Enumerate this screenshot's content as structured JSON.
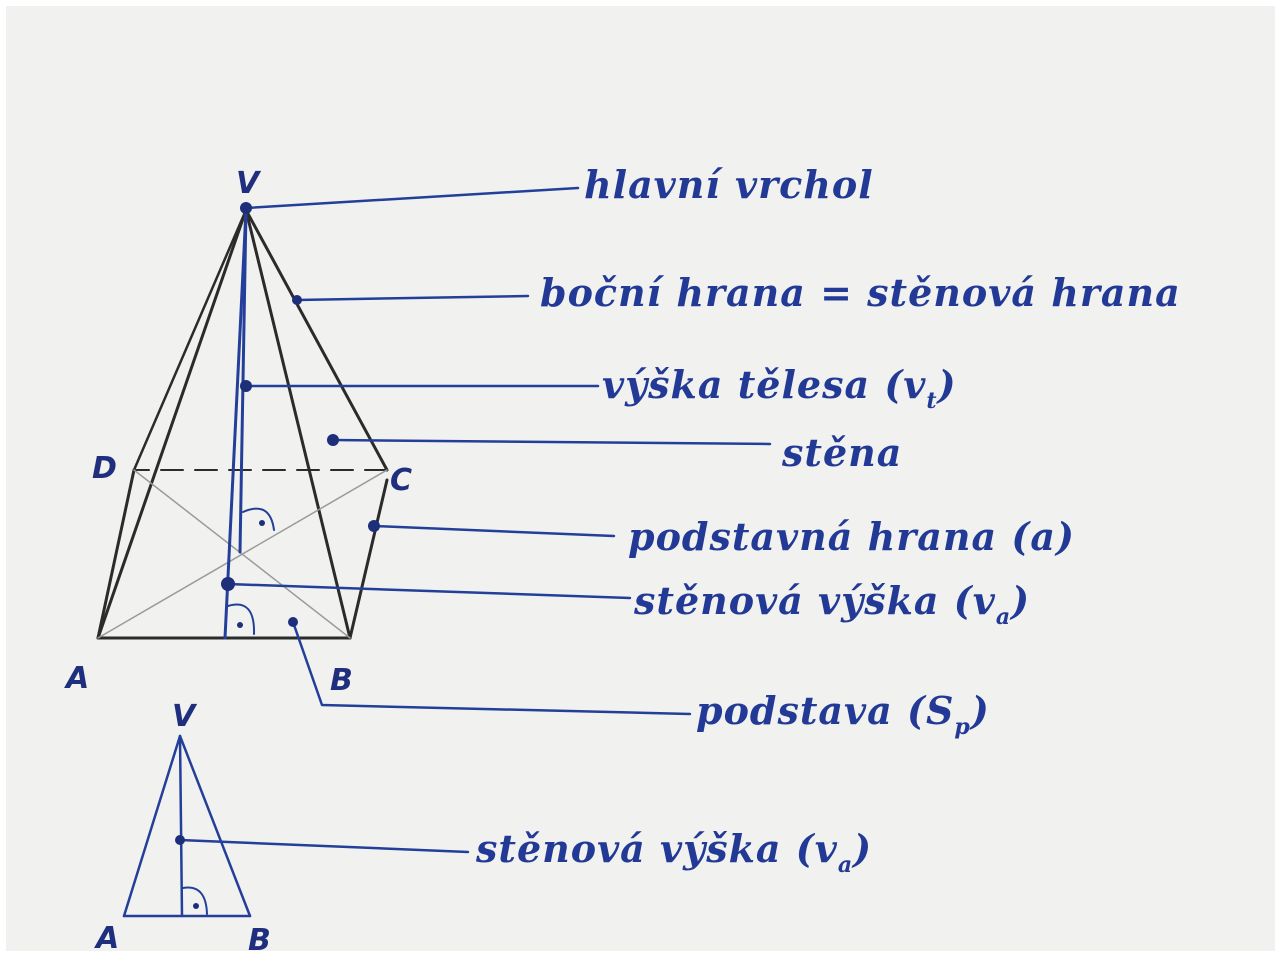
{
  "pyramid": {
    "vertices": {
      "apex": "V",
      "a": "A",
      "b": "B",
      "c": "C",
      "d": "D"
    }
  },
  "labels": {
    "apex": "hlavní vrchol",
    "lateral_edge": "boční hrana = stěnová hrana",
    "body_height": "výška tělesa (v",
    "body_height_sub": "t",
    "face": "stěna",
    "base_edge": "podstavná hrana (a)",
    "face_height": "stěnová výška (v",
    "face_height_sub": "a",
    "base": "podstava (S",
    "base_sub": "p"
  },
  "triangle": {
    "vertices": {
      "apex": "V",
      "a": "A",
      "b": "B"
    },
    "height_label": "stěnová výška (v",
    "height_sub": "a"
  },
  "colors": {
    "paper": "#f1f1ef",
    "ink_blue": "#233f9a",
    "ink_black": "#2b2b2b",
    "pencil_grey": "#9a9a9a"
  }
}
